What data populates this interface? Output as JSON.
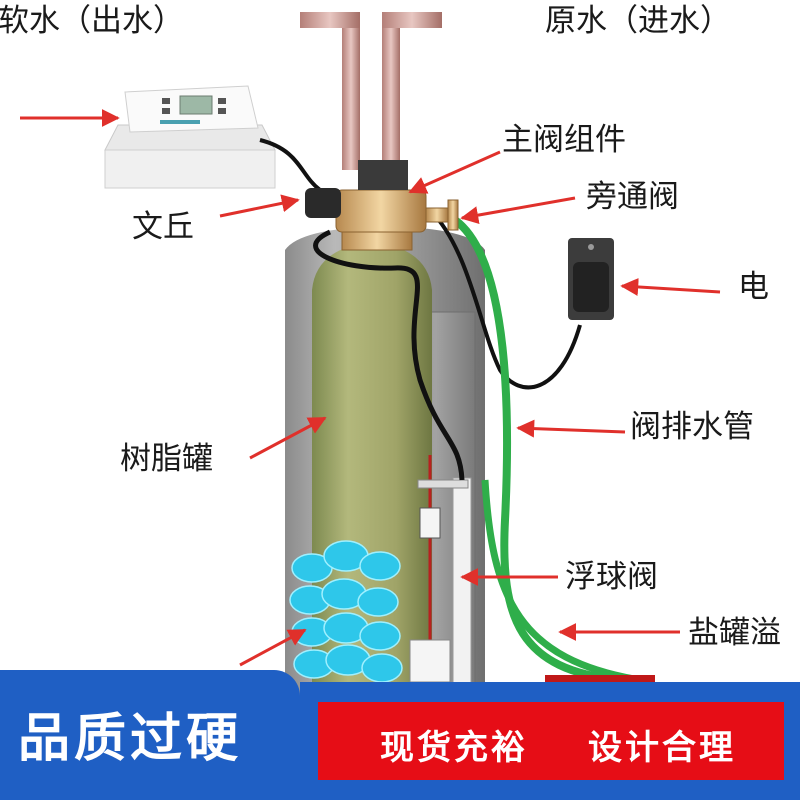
{
  "labels": {
    "soft_water_out": "软水（出水）",
    "raw_water_in": "原水（进水）",
    "main_valve": "主阀组件",
    "bypass_valve": "旁通阀",
    "venturi": "文丘",
    "electric": "电",
    "drain_pipe": "阀排水管",
    "resin_tank": "树脂罐",
    "float_valve": "浮球阀",
    "brine_overflow": "盐罐溢"
  },
  "banner": {
    "left_text": "品质过硬",
    "right_text_1": "现货充裕",
    "right_text_2": "设计合理"
  },
  "colors": {
    "banner_blue": "#1f5fc4",
    "banner_red": "#e60d16",
    "arrow_red": "#e0302b",
    "pipe_green": "#2fae4a",
    "resin_blue": "#2ec7ea"
  }
}
